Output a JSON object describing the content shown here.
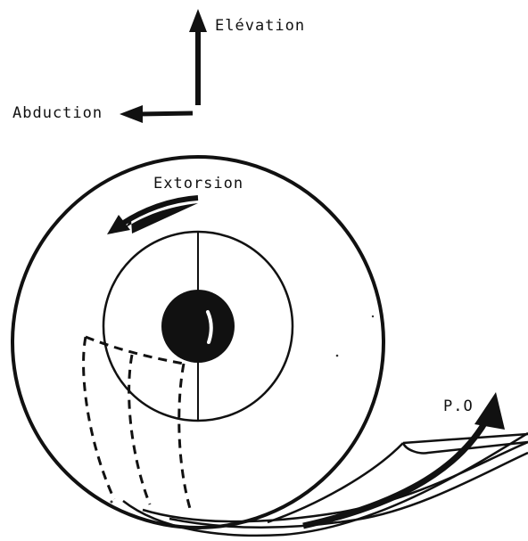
{
  "labels": {
    "elevation": "Elévation",
    "abduction": "Abduction",
    "extorsion": "Extorsion",
    "po": "P.O"
  },
  "colors": {
    "ink": "#111111",
    "background": "#ffffff"
  }
}
